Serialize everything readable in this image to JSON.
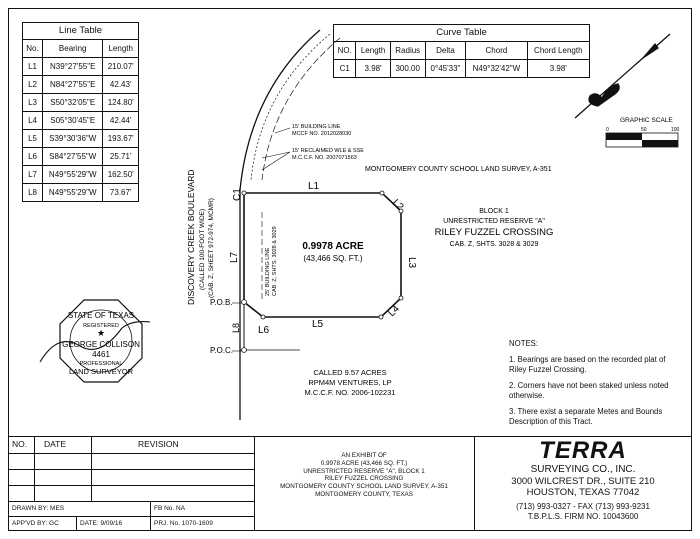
{
  "line_table": {
    "title": "Line Table",
    "headers": [
      "No.",
      "Bearing",
      "Length"
    ],
    "rows": [
      [
        "L1",
        "N39°27'55\"E",
        "210.07'"
      ],
      [
        "L2",
        "N84°27'55\"E",
        "42.43'"
      ],
      [
        "L3",
        "S50°32'05\"E",
        "124.80'"
      ],
      [
        "L4",
        "S05°30'45\"E",
        "42.44'"
      ],
      [
        "L5",
        "S39°30'36\"W",
        "193.67'"
      ],
      [
        "L6",
        "S84°27'55\"W",
        "25.71'"
      ],
      [
        "L7",
        "N49°55'29\"W",
        "162.50'"
      ],
      [
        "L8",
        "N49°55'29\"W",
        "73.67'"
      ]
    ]
  },
  "curve_table": {
    "title": "Curve Table",
    "headers": [
      "NO.",
      "Length",
      "Radius",
      "Delta",
      "Chord",
      "Chord Length"
    ],
    "rows": [
      [
        "C1",
        "3.98'",
        "300.00",
        "0°45'33\"",
        "N49°32'42\"W",
        "3.98'"
      ]
    ]
  },
  "graphic_scale": {
    "title": "GRAPHIC SCALE",
    "ticks": [
      "0",
      "50",
      "100"
    ]
  },
  "map": {
    "building_line_1": "15' BUILDING LINE",
    "building_line_1_ref": "MCCF NO. 2012028030",
    "wle_line": "15' RECLAIMED WLE & SSE",
    "wle_ref": "M.C.C.F. NO. 2007071563",
    "survey_name": "MONTGOMERY COUNTY SCHOOL LAND SURVEY, A-351",
    "road_name": "DISCOVERY CREEK BOULEVARD",
    "road_width": "(CALLED 100-FOOT WIDE)",
    "road_ref": "(CAB. Z, SHEET 972-974, MCMR)",
    "block_title": "BLOCK 1",
    "block_reserve": "UNRESTRICTED RESERVE \"A\"",
    "block_name": "RILEY FUZZEL CROSSING",
    "block_ref": "CAB. Z, SHTS. 3028 & 3029",
    "area_acres": "0.9978 ACRE",
    "area_sqft": "(43,466 SQ. FT.)",
    "building_line_2": "25' BUILDING LINE",
    "building_line_2_ref": "CAB. Z, SHTS. 3028 & 3029",
    "called_tract": "CALLED 9.57 ACRES",
    "called_owner": "RPM4M VENTURES, LP",
    "called_ref": "M.C.C.F. NO. 2006-102231",
    "pob": "P.O.B.",
    "poc": "P.O.C.",
    "labels": {
      "L1": "L1",
      "L2": "L2",
      "L3": "L3",
      "L4": "L4",
      "L5": "L5",
      "L6": "L6",
      "L7": "L7",
      "L8": "L8",
      "C1": "C1"
    }
  },
  "seal": {
    "top": "STATE OF TEXAS",
    "registered": "REGISTERED",
    "name": "GEORGE COLLISON",
    "number": "4461",
    "professional": "PROFESSIONAL",
    "bottom": "LAND SURVEYOR"
  },
  "notes": {
    "title": "NOTES:",
    "items": [
      "1. Bearings are based on the recorded plat of Riley Fuzzel Crossing.",
      "2. Corners have not been staked unless noted otherwise.",
      "3. There exist a separate Metes and Bounds Description of this Tract."
    ]
  },
  "title_block": {
    "revision_headers": {
      "no": "NO.",
      "date": "DATE",
      "revision": "REVISION"
    },
    "drawn_by": "DRAWN BY: MES",
    "fb_no": "FB No. NA",
    "appvd_by": "APP'VD BY: GC",
    "date": "DATE: 9/09/16",
    "prj_no": "PRJ. No. 1070-1609",
    "exhibit_lines": [
      "AN EXHIBIT OF",
      "0.9978 ACRE (43,466 SQ. FT.)",
      "UNRESTRICTED RESERVE \"A\", BLOCK 1",
      "RILEY FUZZEL CROSSING",
      "MONTGOMERY COUNTY SCHOOL LAND SURVEY, A-351",
      "MONTGOMERY COUNTY, TEXAS"
    ],
    "company_logo": "TERRA",
    "company_sub": "SURVEYING CO., INC.",
    "address1": "3000 WILCREST DR., SUITE 210",
    "address2": "HOUSTON, TEXAS 77042",
    "phone": "(713) 993-0327 - FAX (713) 993-9231",
    "firm_no": "T.B.P.L.S. FIRM NO. 10043600"
  }
}
